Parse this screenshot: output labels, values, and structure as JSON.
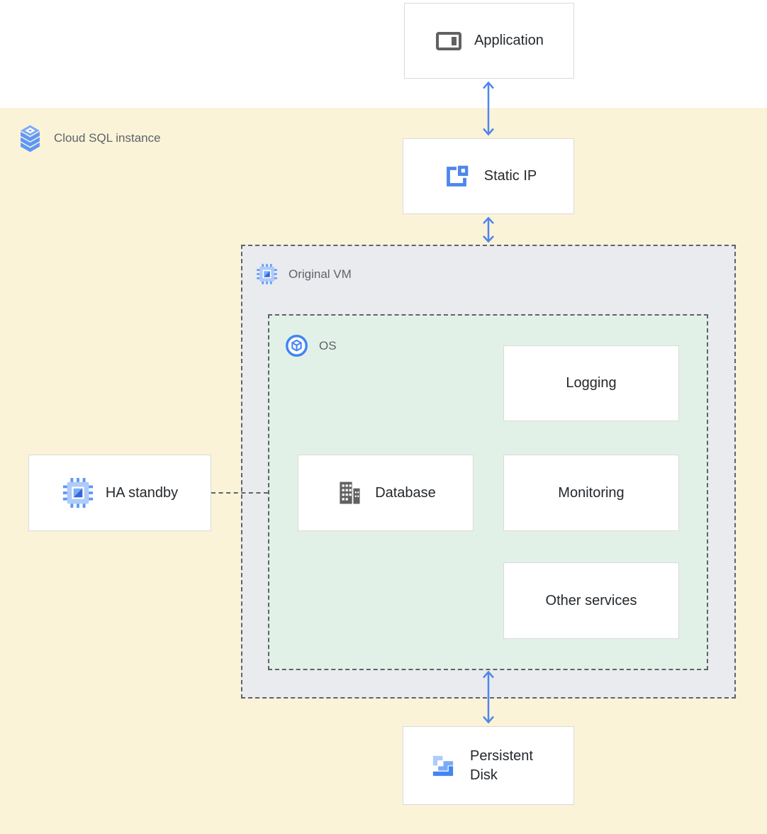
{
  "zones": {
    "cloud_sql": {
      "label": "Cloud SQL instance",
      "icon": "cloud-sql-icon",
      "bg": "#fbf3d8"
    },
    "original_vm": {
      "label": "Original VM",
      "icon": "compute-engine-icon",
      "bg": "#e9ebee"
    },
    "os": {
      "label": "OS",
      "icon": "os-icon",
      "bg": "#e2f1e7"
    }
  },
  "nodes": {
    "application": {
      "label": "Application",
      "icon": "application-window-icon"
    },
    "static_ip": {
      "label": "Static IP",
      "icon": "static-ip-icon"
    },
    "ha_standby": {
      "label": "HA standby",
      "icon": "compute-engine-icon"
    },
    "database": {
      "label": "Database",
      "icon": "database-building-icon"
    },
    "logging": {
      "label": "Logging"
    },
    "monitoring": {
      "label": "Monitoring"
    },
    "other_services": {
      "label": "Other services"
    },
    "persistent_disk": {
      "label": "Persistent Disk",
      "icon": "persistent-disk-icon"
    }
  },
  "connections": [
    {
      "from": "application",
      "to": "static_ip",
      "type": "bidirectional-arrow",
      "color": "#4e86ec"
    },
    {
      "from": "static_ip",
      "to": "original_vm",
      "type": "bidirectional-arrow",
      "color": "#4e86ec"
    },
    {
      "from": "os",
      "to": "persistent_disk",
      "type": "bidirectional-arrow",
      "color": "#4e86ec"
    },
    {
      "from": "ha_standby",
      "to": "os",
      "type": "dashed-line",
      "color": "#5f6368"
    }
  ],
  "colors": {
    "arrow_blue": "#4e86ec",
    "zone_yellow": "#fbf3d8",
    "zone_gray": "#e9ebee",
    "zone_green": "#e2f1e7",
    "icon_blue": "#4285f4",
    "icon_light_blue": "#aecbfa",
    "icon_gray": "#616161",
    "node_border": "#d9dadc",
    "dashed_border": "#5f6368",
    "node_text": "#24282c",
    "zone_text": "#5f6368"
  }
}
